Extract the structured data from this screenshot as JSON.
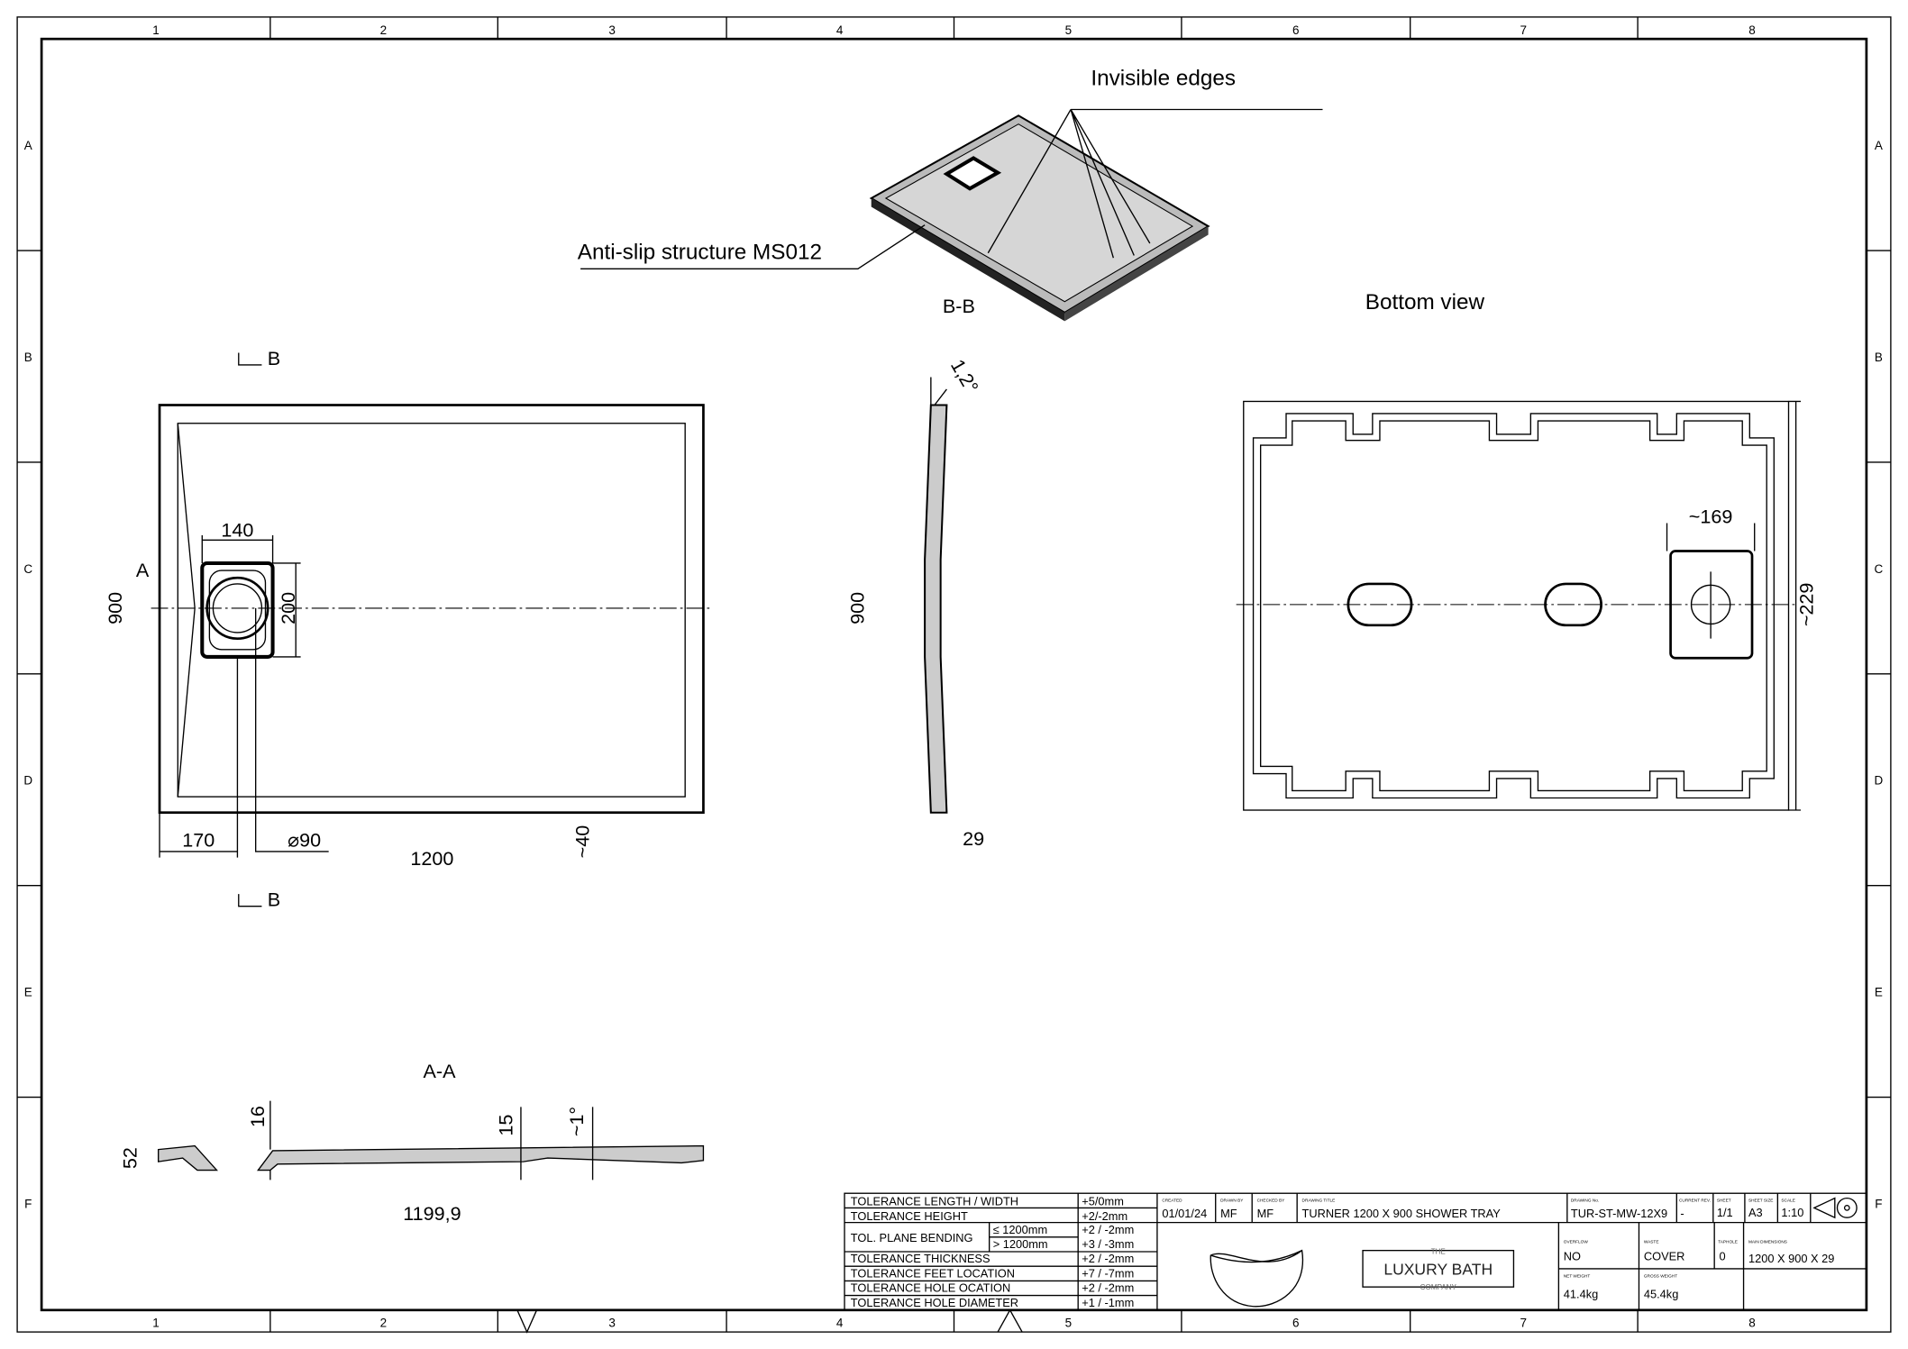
{
  "grid": {
    "columns": [
      "1",
      "2",
      "3",
      "4",
      "5",
      "6",
      "7",
      "8"
    ],
    "rows": [
      "A",
      "B",
      "C",
      "D",
      "E",
      "F"
    ]
  },
  "iso": {
    "invisible_edges": "Invisible edges",
    "anti_slip": "Anti-slip structure MS012",
    "section_label": "B-B"
  },
  "plan": {
    "dim_140": "140",
    "dim_200": "200",
    "dim_900": "900",
    "section_a": "A",
    "section_b_top": "B",
    "section_b_bottom": "B",
    "dim_170": "170",
    "dim_90": "⌀90",
    "dim_1200": "1200",
    "dim_40": "~40"
  },
  "side": {
    "dim_900": "900",
    "dim_29": "29",
    "angle": "1,2°"
  },
  "bottom": {
    "title": "Bottom view",
    "dim_169": "~169",
    "dim_229": "~229"
  },
  "section_aa": {
    "title": "A-A",
    "dim_52": "52",
    "dim_16": "16",
    "dim_15": "15",
    "angle": "~1°",
    "dim_length": "1199,9"
  },
  "tolerances": [
    {
      "label": "TOLERANCE LENGTH / WIDTH",
      "value": "+5/0mm"
    },
    {
      "label": "TOLERANCE HEIGHT",
      "value": "+2/-2mm"
    },
    {
      "label": "TOL. PLANE BENDING",
      "sub": "≤  1200mm",
      "value": "+2 / -2mm"
    },
    {
      "label": "",
      "sub": ">  1200mm",
      "value": "+3 / -3mm"
    },
    {
      "label": "TOLERANCE THICKNESS",
      "value": "+2 / -2mm"
    },
    {
      "label": "TOLERANCE FEET LOCATION",
      "value": "+7 / -7mm"
    },
    {
      "label": "TOLERANCE HOLE OCATION",
      "value": "+2 / -2mm"
    },
    {
      "label": "TOLERANCE HOLE DIAMETER",
      "value": "+1 / -1mm"
    }
  ],
  "title_block": {
    "created_label": "CREATED",
    "created": "01/01/24",
    "drawn_by_label": "DRAWN BY",
    "drawn_by": "MF",
    "checked_by_label": "CHECKED BY",
    "checked_by": "MF",
    "title_label": "DRAWING TITLE",
    "title": "TURNER 1200 X 900 SHOWER TRAY",
    "number_label": "DRAWING No.",
    "number": "TUR-ST-MW-12X9",
    "rev_label": "CURRENT REV.",
    "rev": "-",
    "sheet_label": "SHEET",
    "sheet": "1/1",
    "size_label": "SHEET SIZE",
    "size": "A3",
    "scale_label": "SCALE",
    "scale": "1:10",
    "overflow_label": "OVERFLOW",
    "overflow": "NO",
    "waste_label": "WASTE",
    "waste": "COVER",
    "taphole_label": "TAPHOLE",
    "taphole": "0",
    "dims_label": "MAIN DIMENSIONS",
    "dims": "1200 X 900 X 29",
    "net_label": "NET WEIGHT",
    "net": "41.4kg",
    "gross_label": "GROSS WEIGHT",
    "gross": "45.4kg",
    "logo_the": "THE",
    "logo_name": "LUXURY BATH",
    "logo_company": "COMPANY"
  }
}
